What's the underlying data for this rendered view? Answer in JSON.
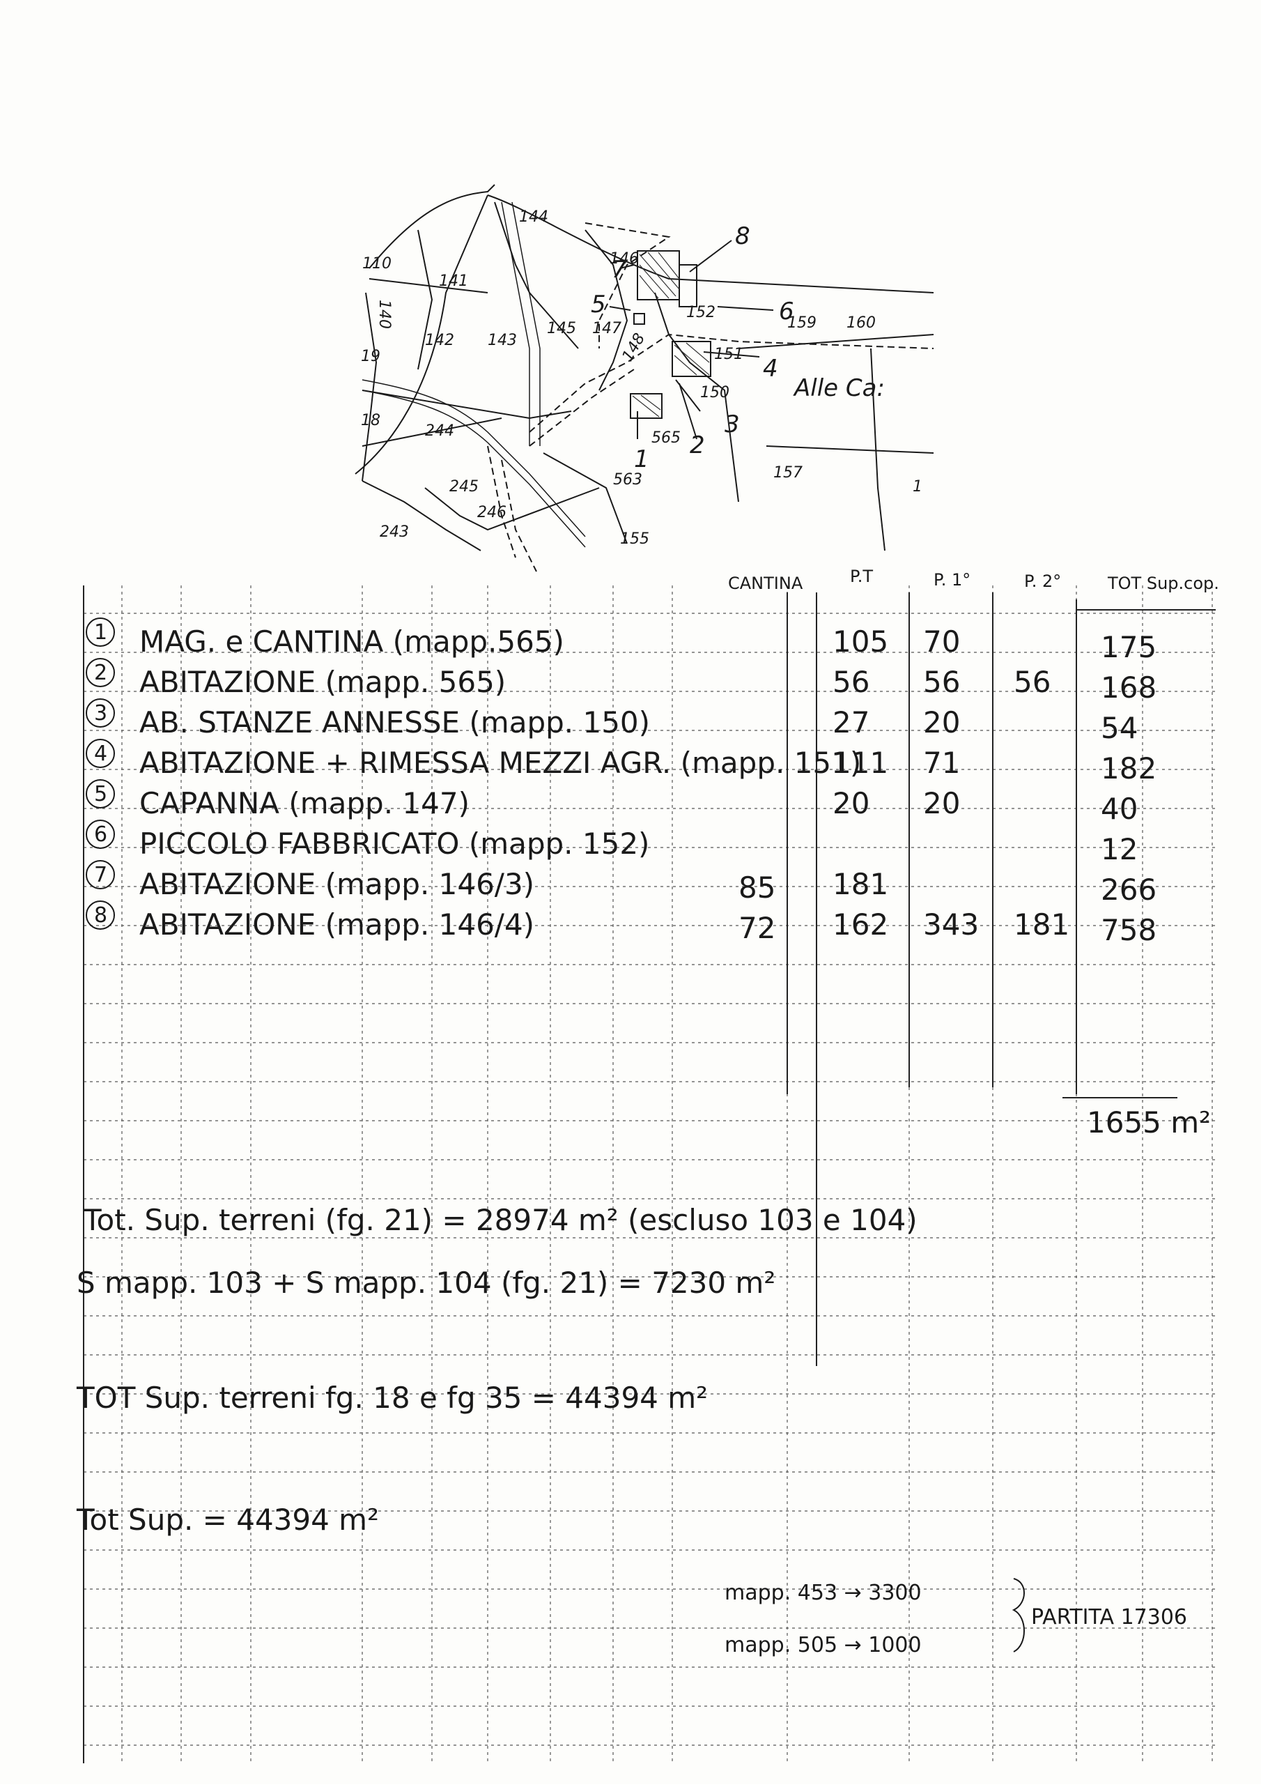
{
  "map": {
    "parcels": [
      "144",
      "146",
      "141",
      "110",
      "140",
      "142",
      "143",
      "145",
      "147",
      "148",
      "152",
      "159",
      "160",
      "151",
      "150",
      "565",
      "244",
      "245",
      "246",
      "243",
      "155",
      "157",
      "1",
      "19",
      "18",
      "563"
    ],
    "place_label": "Alle Ca:",
    "markers": [
      "1",
      "2",
      "3",
      "4",
      "5",
      "6",
      "7",
      "8"
    ]
  },
  "table": {
    "headers": [
      "CANTINA",
      "P.T",
      "P. 1°",
      "P. 2°",
      "TOT Sup.cop."
    ],
    "rows": [
      {
        "num": "1",
        "desc": "MAG. e CANTINA (mapp.565)",
        "cantina": "",
        "pt": "105",
        "p1": "70",
        "p2": "",
        "tot": "175"
      },
      {
        "num": "2",
        "desc": "ABITAZIONE (mapp. 565)",
        "cantina": "",
        "pt": "56",
        "p1": "56",
        "p2": "56",
        "tot": "168"
      },
      {
        "num": "3",
        "desc": "AB. STANZE ANNESSE (mapp. 150)",
        "cantina": "",
        "pt": "27",
        "p1": "20",
        "p2": "",
        "tot": "54"
      },
      {
        "num": "4",
        "desc": "ABITAZIONE + RIMESSA MEZZI AGR. (mapp. 151)",
        "cantina": "",
        "pt": "111",
        "p1": "71",
        "p2": "",
        "tot": "182"
      },
      {
        "num": "5",
        "desc": "CAPANNA (mapp. 147)",
        "cantina": "",
        "pt": "20",
        "p1": "20",
        "p2": "",
        "tot": "40"
      },
      {
        "num": "6",
        "desc": "PICCOLO FABBRICATO (mapp. 152)",
        "cantina": "",
        "pt": "",
        "p1": "",
        "p2": "",
        "tot": "12"
      },
      {
        "num": "7",
        "desc": "ABITAZIONE (mapp. 146/3)",
        "cantina": "85",
        "pt": "181",
        "p1": "",
        "p2": "",
        "tot": "266"
      },
      {
        "num": "8",
        "desc": "ABITAZIONE (mapp. 146/4)",
        "cantina": "72",
        "pt": "162",
        "p1": "343",
        "p2": "181",
        "tot": "758"
      }
    ],
    "total": "1655 m²"
  },
  "notes": {
    "line1": "Tot. Sup. terreni (fg. 21) = 28974 m² (escluso 103 e 104)",
    "line2": "S mapp. 103 + S mapp. 104 (fg. 21) = 7230 m²",
    "line3": "TOT Sup. terreni fg. 18 e fg 35 = 44394 m²",
    "line4": "Tot Sup. = 44394 m²",
    "mapp1": "mapp. 453 → 3300",
    "mapp2": "mapp. 505 → 1000",
    "partita": "PARTITA 17306"
  }
}
